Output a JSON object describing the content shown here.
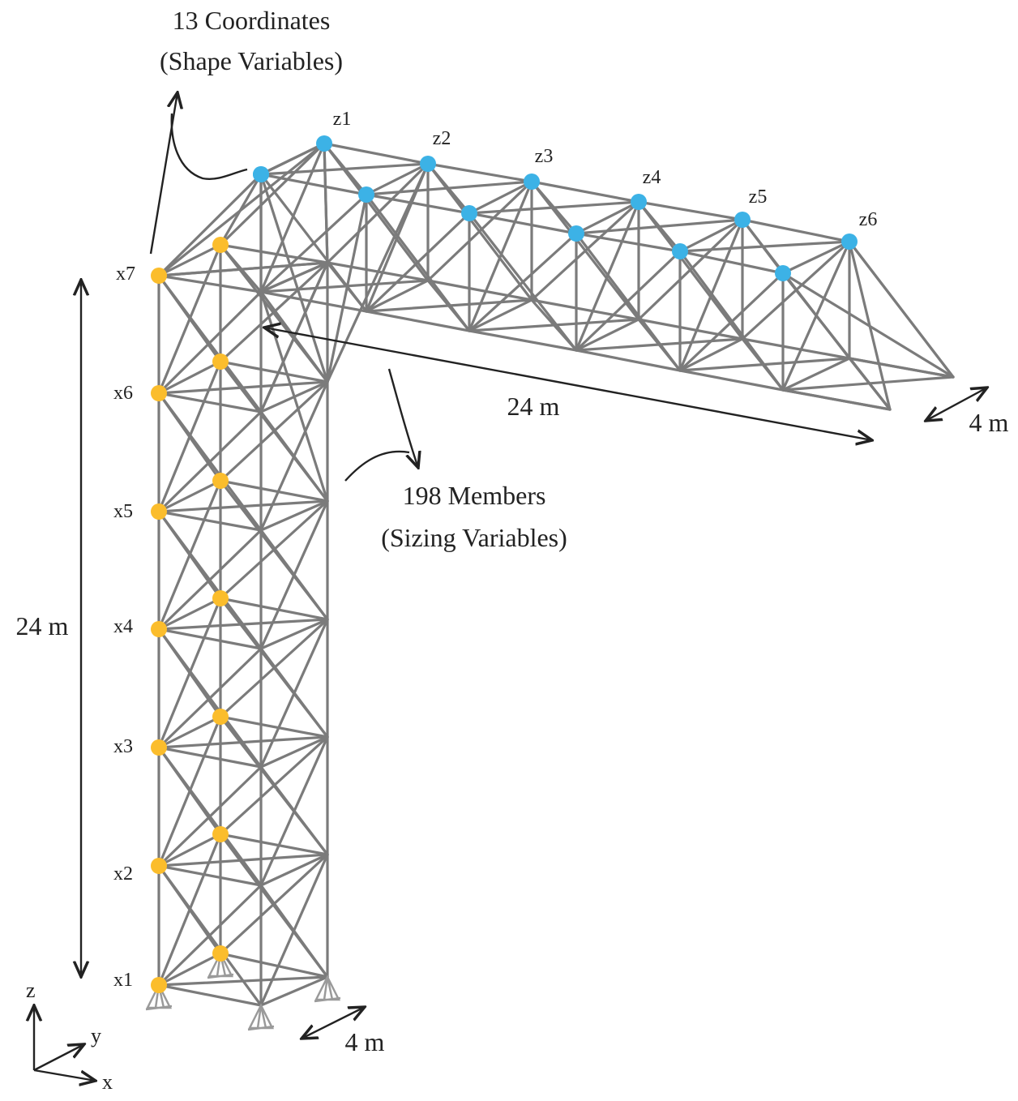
{
  "annotations": {
    "coordinates_line1": "13 Coordinates",
    "coordinates_line2": "(Shape Variables)",
    "members_line1": "198 Members",
    "members_line2": "(Sizing Variables)",
    "dim_span": "24 m",
    "dim_height": "24 m",
    "dim_depth_top": "4 m",
    "dim_depth_base": "4 m"
  },
  "x_labels": [
    "x1",
    "x2",
    "x3",
    "x4",
    "x5",
    "x6",
    "x7"
  ],
  "z_labels": [
    "z1",
    "z2",
    "z3",
    "z4",
    "z5",
    "z6"
  ],
  "axes": {
    "z": "z",
    "y": "y",
    "x": "x"
  },
  "colors": {
    "member": "#7b7b7b",
    "x_node": "#fbbd2c",
    "z_node": "#3cb2e6",
    "text": "#222222"
  }
}
